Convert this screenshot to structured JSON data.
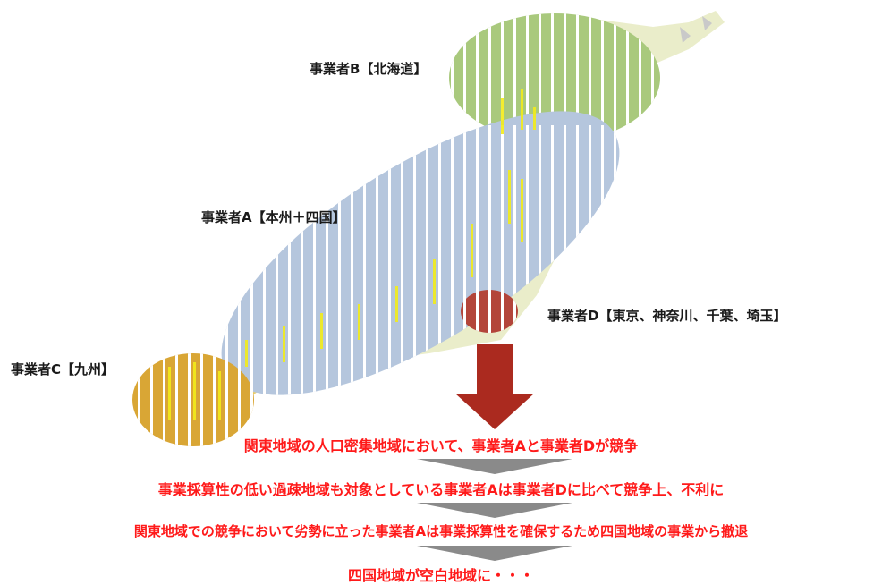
{
  "regions": {
    "b": {
      "label": "事業者B【北海道】",
      "color": "#a9c97d"
    },
    "a": {
      "label": "事業者A【本州＋四国】",
      "color": "#b5c6dd"
    },
    "d": {
      "label": "事業者D【東京、神奈川、千葉、埼玉】",
      "color": "#b3453a"
    },
    "c": {
      "label": "事業者C【九州】",
      "color": "#d9a635"
    }
  },
  "flow": {
    "arrow_color": "#ab2a1f",
    "chevron_color": "#8a8a8a",
    "text_color": "#ff1a1a",
    "steps": [
      "関東地域の人口密集地域において、事業者Aと事業者Dが競争",
      "事業採算性の低い過疎地域も対象としている事業者Aは事業者Dに比べて競争上、不利に",
      "関東地域での競争において劣勢に立った事業者Aは事業採算性を確保するため四国地域の事業から撤退",
      "四国地域が空白地域に・・・"
    ]
  }
}
